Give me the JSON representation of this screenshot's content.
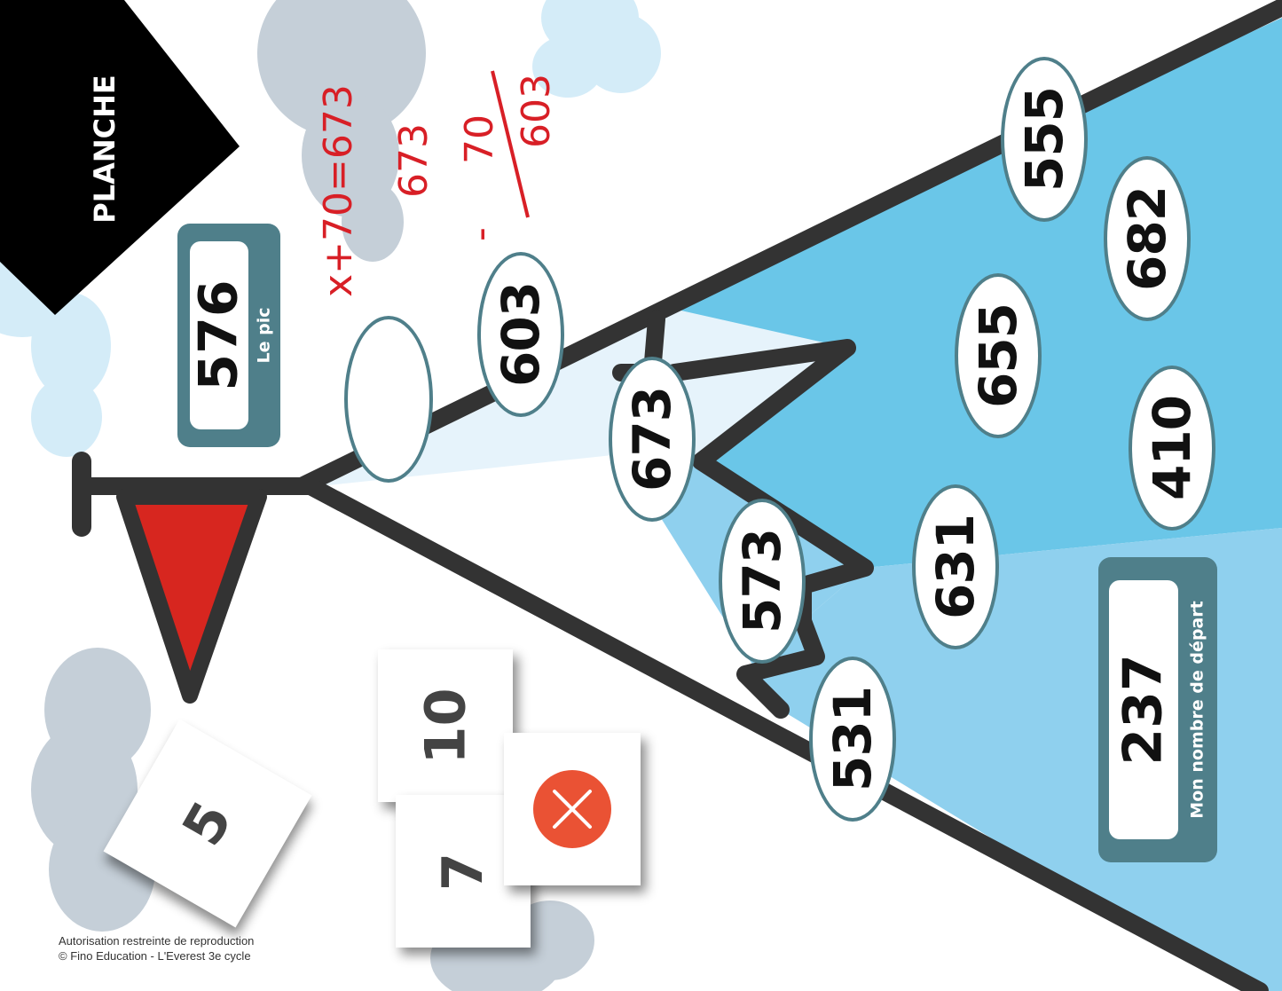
{
  "board": {
    "tag_label": "PLANCHE",
    "summit": {
      "value": "576",
      "caption": "Le pic"
    },
    "start": {
      "value": "237",
      "caption": "Mon nombre de départ"
    },
    "ovals": [
      "555",
      "682",
      "603",
      "655",
      "673",
      "410",
      "631",
      "573",
      "531",
      ""
    ],
    "cards": [
      "5",
      "10",
      "7"
    ],
    "cancel_icon": "cancel-x-icon"
  },
  "annotations": {
    "equation": "x+70=673",
    "sub_top": "673",
    "sub_minus": "-",
    "sub_mid": "70",
    "sub_result": "603"
  },
  "footer": {
    "line1": "Autorisation restreinte de reproduction",
    "line2": "© Fino Education - L'Everest 3e cycle"
  },
  "colors": {
    "sky_cloud": "#d4ecf8",
    "grey_cloud": "#c5cfd8",
    "mountain_light": "#e6f3fb",
    "mountain_mid": "#6ac6e8",
    "mountain_bottom": "#8fd0ee",
    "outline": "#333333",
    "plaque": "#4f7f8a",
    "flag": "#d7261f",
    "annotation": "#d81f26",
    "cancel": "#ea5234"
  }
}
